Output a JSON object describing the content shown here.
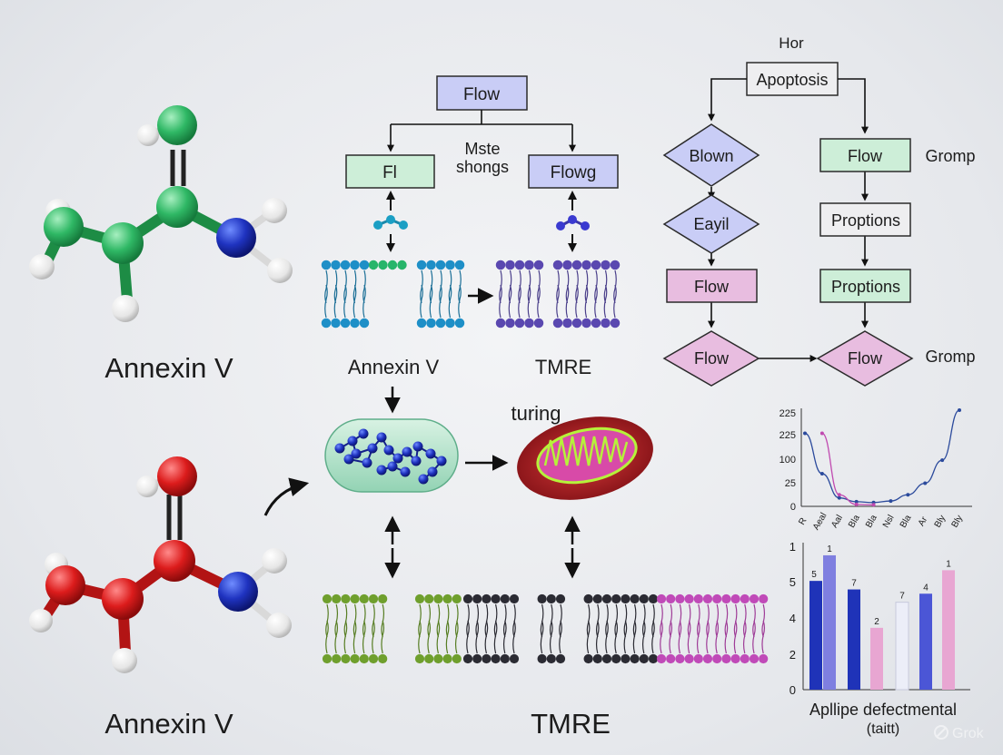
{
  "molecules": {
    "top_label": "Annexin V",
    "bottom_label": "Annexin V"
  },
  "left_flow": {
    "top_box": "Flow",
    "left_box": "Fl",
    "right_box": "Flowg",
    "middle_text_line1": "Mste",
    "middle_text_line2": "shongs",
    "membrane_left_label": "Annexin V",
    "membrane_right_label": "TMRE",
    "organelle_label": "turing",
    "bottom_label": "TMRE"
  },
  "right_flow": {
    "top_text": "Hor",
    "apoptosis": "Apoptosis",
    "blown": "Blown",
    "flow_green": "Flow",
    "gromp_top": "Gromp",
    "eayil": "Eayil",
    "proptions_1": "Proptions",
    "flow_pink": "Flow",
    "proptions_2": "Proptions",
    "flow_diamond_left": "Flow",
    "flow_diamond_right": "Flow",
    "gromp_bottom": "Gromp"
  },
  "chart_data": [
    {
      "type": "line",
      "y_ticks": [
        "0",
        "25",
        "100",
        "225",
        "225"
      ],
      "x_ticks": [
        "R",
        "Aeal",
        "Aal",
        "Bla",
        "Bla",
        "Nsl",
        "Bla",
        "Ar",
        "Bly",
        "Bly"
      ],
      "series": [
        {
          "color": "#2b4a9c",
          "values": [
            190,
            85,
            22,
            12,
            10,
            14,
            30,
            60,
            120,
            250
          ]
        },
        {
          "color": "#c04ab0",
          "values": [
            null,
            190,
            30,
            5,
            4
          ]
        }
      ]
    },
    {
      "type": "bar",
      "y_ticks": [
        "0",
        "2",
        "4",
        "5",
        "1"
      ],
      "values": [
        5.1,
        6.3,
        4.7,
        2.9,
        4.1,
        4.5,
        5.6
      ],
      "data_labels": [
        "5",
        "1",
        "7",
        "2",
        "7",
        "4",
        "1"
      ],
      "colors": [
        "#1f33b8",
        "#7f7fe0",
        "#1f33b8",
        "#e8a6d2",
        "#eceef8",
        "#4b56d6",
        "#e8a6d2"
      ],
      "xlabel_line1": "Apllipe defectmental",
      "xlabel_line2": "(taitt)"
    }
  ],
  "watermark": "Grok"
}
